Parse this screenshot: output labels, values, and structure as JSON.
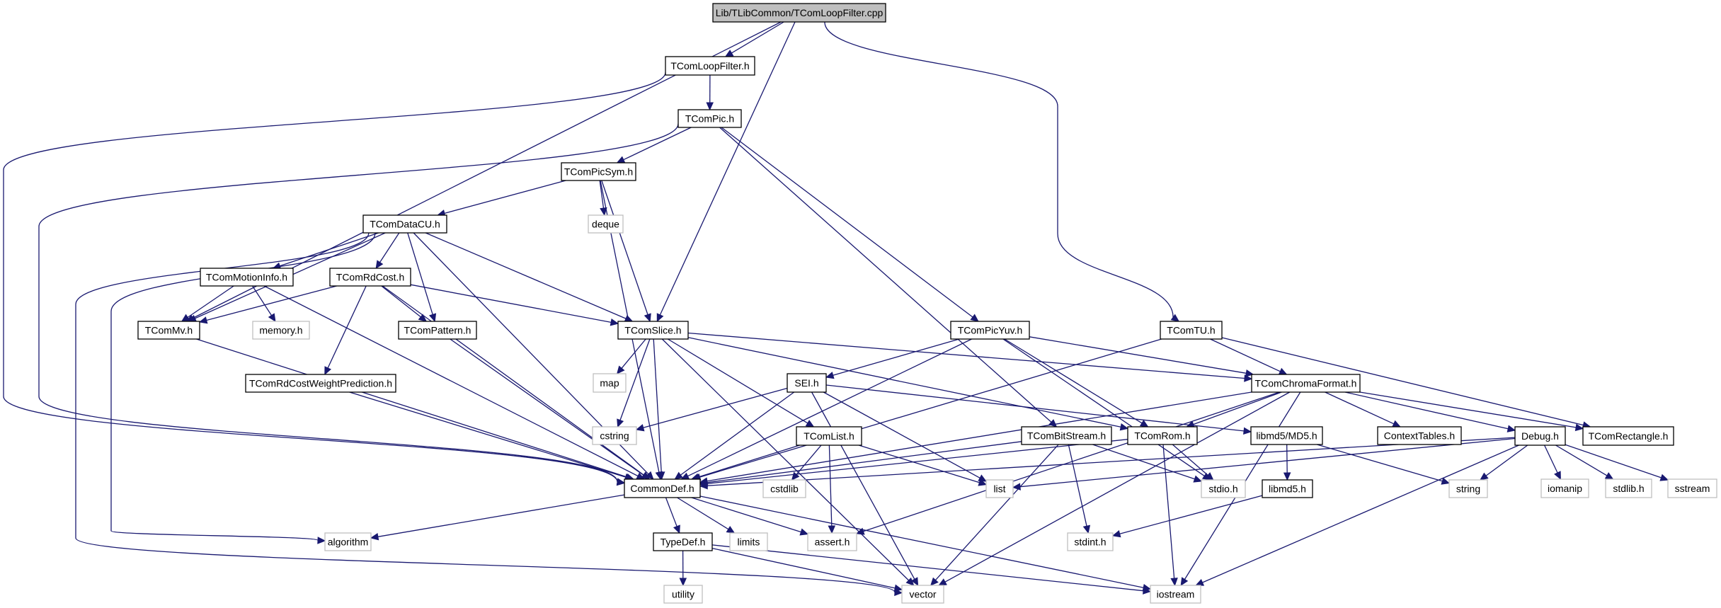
{
  "title": "Lib/TLibCommon/TComLoopFilter.cpp",
  "colors": {
    "edge": "#191970",
    "root_fill": "#bfbfbf",
    "root_stroke": "#000000",
    "doc_fill": "#ffffff",
    "doc_stroke": "#000000",
    "sys_fill": "#ffffff",
    "sys_stroke": "#bfbfbf"
  },
  "nodes": [
    {
      "id": "root",
      "label": "Lib/TLibCommon/TComLoopFilter.cpp",
      "kind": "root"
    },
    {
      "id": "TComLoopFilter_h",
      "label": "TComLoopFilter.h",
      "kind": "doc"
    },
    {
      "id": "TComPic_h",
      "label": "TComPic.h",
      "kind": "doc"
    },
    {
      "id": "TComPicSym_h",
      "label": "TComPicSym.h",
      "kind": "doc"
    },
    {
      "id": "deque",
      "label": "deque",
      "kind": "sys"
    },
    {
      "id": "TComDataCU_h",
      "label": "TComDataCU.h",
      "kind": "doc"
    },
    {
      "id": "TComMotionInfo_h",
      "label": "TComMotionInfo.h",
      "kind": "doc"
    },
    {
      "id": "TComRdCost_h",
      "label": "TComRdCost.h",
      "kind": "doc"
    },
    {
      "id": "TComMv_h",
      "label": "TComMv.h",
      "kind": "doc"
    },
    {
      "id": "memory_h",
      "label": "memory.h",
      "kind": "sys"
    },
    {
      "id": "TComPattern_h",
      "label": "TComPattern.h",
      "kind": "doc"
    },
    {
      "id": "TComRdCostWeightPrediction_h",
      "label": "TComRdCostWeightPrediction.h",
      "kind": "doc"
    },
    {
      "id": "TComSlice_h",
      "label": "TComSlice.h",
      "kind": "doc"
    },
    {
      "id": "map",
      "label": "map",
      "kind": "sys"
    },
    {
      "id": "SEI_h",
      "label": "SEI.h",
      "kind": "doc"
    },
    {
      "id": "TComPicYuv_h",
      "label": "TComPicYuv.h",
      "kind": "doc"
    },
    {
      "id": "TComTU_h",
      "label": "TComTU.h",
      "kind": "doc"
    },
    {
      "id": "TComChromaFormat_h",
      "label": "TComChromaFormat.h",
      "kind": "doc"
    },
    {
      "id": "cstring",
      "label": "cstring",
      "kind": "sys"
    },
    {
      "id": "TComList_h",
      "label": "TComList.h",
      "kind": "doc"
    },
    {
      "id": "TComBitStream_h",
      "label": "TComBitStream.h",
      "kind": "doc"
    },
    {
      "id": "TComRom_h",
      "label": "TComRom.h",
      "kind": "doc"
    },
    {
      "id": "libmd5_MD5_h",
      "label": "libmd5/MD5.h",
      "kind": "doc"
    },
    {
      "id": "ContextTables_h",
      "label": "ContextTables.h",
      "kind": "doc"
    },
    {
      "id": "Debug_h",
      "label": "Debug.h",
      "kind": "doc"
    },
    {
      "id": "TComRectangle_h",
      "label": "TComRectangle.h",
      "kind": "doc"
    },
    {
      "id": "CommonDef_h",
      "label": "CommonDef.h",
      "kind": "doc"
    },
    {
      "id": "cstdlib",
      "label": "cstdlib",
      "kind": "sys"
    },
    {
      "id": "list",
      "label": "list",
      "kind": "sys"
    },
    {
      "id": "stdio_h",
      "label": "stdio.h",
      "kind": "sys"
    },
    {
      "id": "libmd5_h",
      "label": "libmd5.h",
      "kind": "doc"
    },
    {
      "id": "string",
      "label": "string",
      "kind": "sys"
    },
    {
      "id": "iomanip",
      "label": "iomanip",
      "kind": "sys"
    },
    {
      "id": "stdlib_h",
      "label": "stdlib.h",
      "kind": "sys"
    },
    {
      "id": "sstream",
      "label": "sstream",
      "kind": "sys"
    },
    {
      "id": "algorithm",
      "label": "algorithm",
      "kind": "sys"
    },
    {
      "id": "TypeDef_h",
      "label": "TypeDef.h",
      "kind": "doc"
    },
    {
      "id": "limits",
      "label": "limits",
      "kind": "sys"
    },
    {
      "id": "assert_h",
      "label": "assert.h",
      "kind": "sys"
    },
    {
      "id": "stdint_h",
      "label": "stdint.h",
      "kind": "sys"
    },
    {
      "id": "utility",
      "label": "utility",
      "kind": "sys"
    },
    {
      "id": "vector",
      "label": "vector",
      "kind": "sys"
    },
    {
      "id": "iostream",
      "label": "iostream",
      "kind": "sys"
    }
  ],
  "edges": [
    [
      "root",
      "TComLoopFilter_h"
    ],
    [
      "root",
      "TComMv_h"
    ],
    [
      "root",
      "TComSlice_h"
    ],
    [
      "root",
      "TComTU_h"
    ],
    [
      "TComLoopFilter_h",
      "TComPic_h"
    ],
    [
      "TComLoopFilter_h",
      "CommonDef_h"
    ],
    [
      "TComPic_h",
      "TComPicSym_h"
    ],
    [
      "TComPic_h",
      "CommonDef_h"
    ],
    [
      "TComPic_h",
      "TComPicYuv_h"
    ],
    [
      "TComPic_h",
      "TComBitStream_h"
    ],
    [
      "TComPicSym_h",
      "TComDataCU_h"
    ],
    [
      "TComPicSym_h",
      "deque"
    ],
    [
      "TComPicSym_h",
      "TComSlice_h"
    ],
    [
      "TComPicSym_h",
      "CommonDef_h"
    ],
    [
      "TComDataCU_h",
      "TComMotionInfo_h"
    ],
    [
      "TComDataCU_h",
      "TComRdCost_h"
    ],
    [
      "TComDataCU_h",
      "TComPattern_h"
    ],
    [
      "TComDataCU_h",
      "TComSlice_h"
    ],
    [
      "TComDataCU_h",
      "CommonDef_h"
    ],
    [
      "TComDataCU_h",
      "algorithm"
    ],
    [
      "TComDataCU_h",
      "vector"
    ],
    [
      "TComDataCU_h",
      "TComMv_h"
    ],
    [
      "TComMotionInfo_h",
      "TComMv_h"
    ],
    [
      "TComMotionInfo_h",
      "memory_h"
    ],
    [
      "TComMotionInfo_h",
      "CommonDef_h"
    ],
    [
      "TComRdCost_h",
      "TComMv_h"
    ],
    [
      "TComRdCost_h",
      "TComPattern_h"
    ],
    [
      "TComRdCost_h",
      "TComRdCostWeightPrediction_h"
    ],
    [
      "TComRdCost_h",
      "TComSlice_h"
    ],
    [
      "TComRdCost_h",
      "CommonDef_h"
    ],
    [
      "TComMv_h",
      "CommonDef_h"
    ],
    [
      "TComPattern_h",
      "CommonDef_h"
    ],
    [
      "TComRdCostWeightPrediction_h",
      "CommonDef_h"
    ],
    [
      "TComSlice_h",
      "map"
    ],
    [
      "TComSlice_h",
      "cstring"
    ],
    [
      "TComSlice_h",
      "CommonDef_h"
    ],
    [
      "TComSlice_h",
      "TComList_h"
    ],
    [
      "TComSlice_h",
      "vector"
    ],
    [
      "TComSlice_h",
      "TComRom_h"
    ],
    [
      "TComSlice_h",
      "TComChromaFormat_h"
    ],
    [
      "TComPicYuv_h",
      "SEI_h"
    ],
    [
      "TComPicYuv_h",
      "CommonDef_h"
    ],
    [
      "TComPicYuv_h",
      "TComRom_h"
    ],
    [
      "TComPicYuv_h",
      "TComChromaFormat_h"
    ],
    [
      "TComPicYuv_h",
      "stdio_h"
    ],
    [
      "SEI_h",
      "cstring"
    ],
    [
      "SEI_h",
      "CommonDef_h"
    ],
    [
      "SEI_h",
      "list"
    ],
    [
      "SEI_h",
      "vector"
    ],
    [
      "SEI_h",
      "libmd5_MD5_h"
    ],
    [
      "TComTU_h",
      "TComChromaFormat_h"
    ],
    [
      "TComTU_h",
      "TComRectangle_h"
    ],
    [
      "TComTU_h",
      "CommonDef_h"
    ],
    [
      "TComChromaFormat_h",
      "CommonDef_h"
    ],
    [
      "TComChromaFormat_h",
      "TComRom_h"
    ],
    [
      "TComChromaFormat_h",
      "ContextTables_h"
    ],
    [
      "TComChromaFormat_h",
      "Debug_h"
    ],
    [
      "TComChromaFormat_h",
      "TComRectangle_h"
    ],
    [
      "TComChromaFormat_h",
      "assert_h"
    ],
    [
      "TComChromaFormat_h",
      "vector"
    ],
    [
      "TComChromaFormat_h",
      "iostream"
    ],
    [
      "TComList_h",
      "CommonDef_h"
    ],
    [
      "TComList_h",
      "cstdlib"
    ],
    [
      "TComList_h",
      "assert_h"
    ],
    [
      "TComList_h",
      "list"
    ],
    [
      "TComBitStream_h",
      "CommonDef_h"
    ],
    [
      "TComBitStream_h",
      "stdio_h"
    ],
    [
      "TComBitStream_h",
      "stdint_h"
    ],
    [
      "TComBitStream_h",
      "vector"
    ],
    [
      "TComRom_h",
      "CommonDef_h"
    ],
    [
      "TComRom_h",
      "stdio_h"
    ],
    [
      "TComRom_h",
      "iostream"
    ],
    [
      "libmd5_MD5_h",
      "libmd5_h"
    ],
    [
      "libmd5_MD5_h",
      "string"
    ],
    [
      "libmd5_h",
      "stdint_h"
    ],
    [
      "Debug_h",
      "CommonDef_h"
    ],
    [
      "Debug_h",
      "list"
    ],
    [
      "Debug_h",
      "string"
    ],
    [
      "Debug_h",
      "iomanip"
    ],
    [
      "Debug_h",
      "stdlib_h"
    ],
    [
      "Debug_h",
      "sstream"
    ],
    [
      "Debug_h",
      "iostream"
    ],
    [
      "CommonDef_h",
      "algorithm"
    ],
    [
      "CommonDef_h",
      "TypeDef_h"
    ],
    [
      "CommonDef_h",
      "limits"
    ],
    [
      "CommonDef_h",
      "assert_h"
    ],
    [
      "CommonDef_h",
      "iostream"
    ],
    [
      "TypeDef_h",
      "utility"
    ],
    [
      "TypeDef_h",
      "vector"
    ],
    [
      "TypeDef_h",
      "iostream"
    ]
  ]
}
